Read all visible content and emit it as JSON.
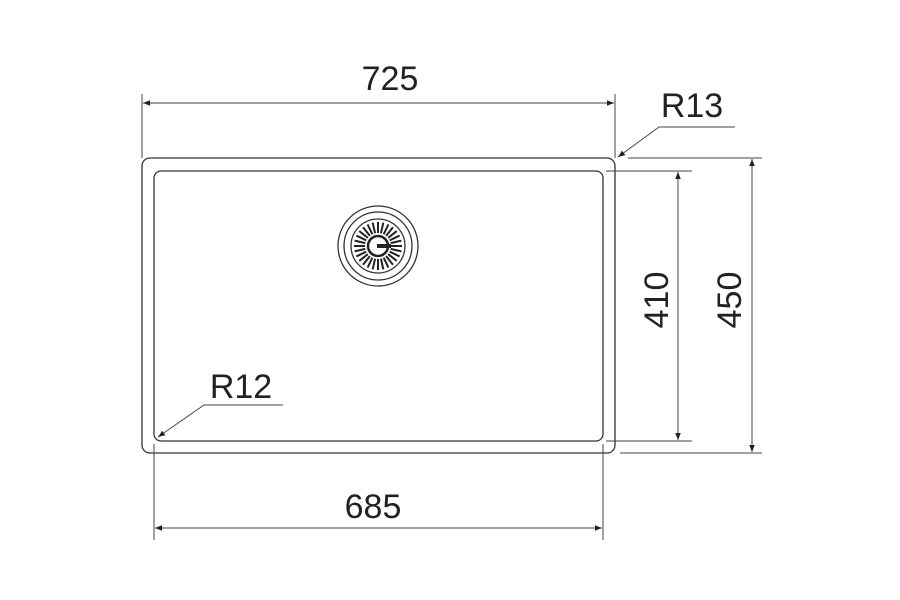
{
  "dimensions": {
    "outer_width": "725",
    "inner_width": "685",
    "inner_height": "410",
    "outer_height": "450",
    "outer_radius": "R13",
    "inner_radius": "R12"
  },
  "colors": {
    "line": "#333333",
    "background": "#ffffff"
  }
}
